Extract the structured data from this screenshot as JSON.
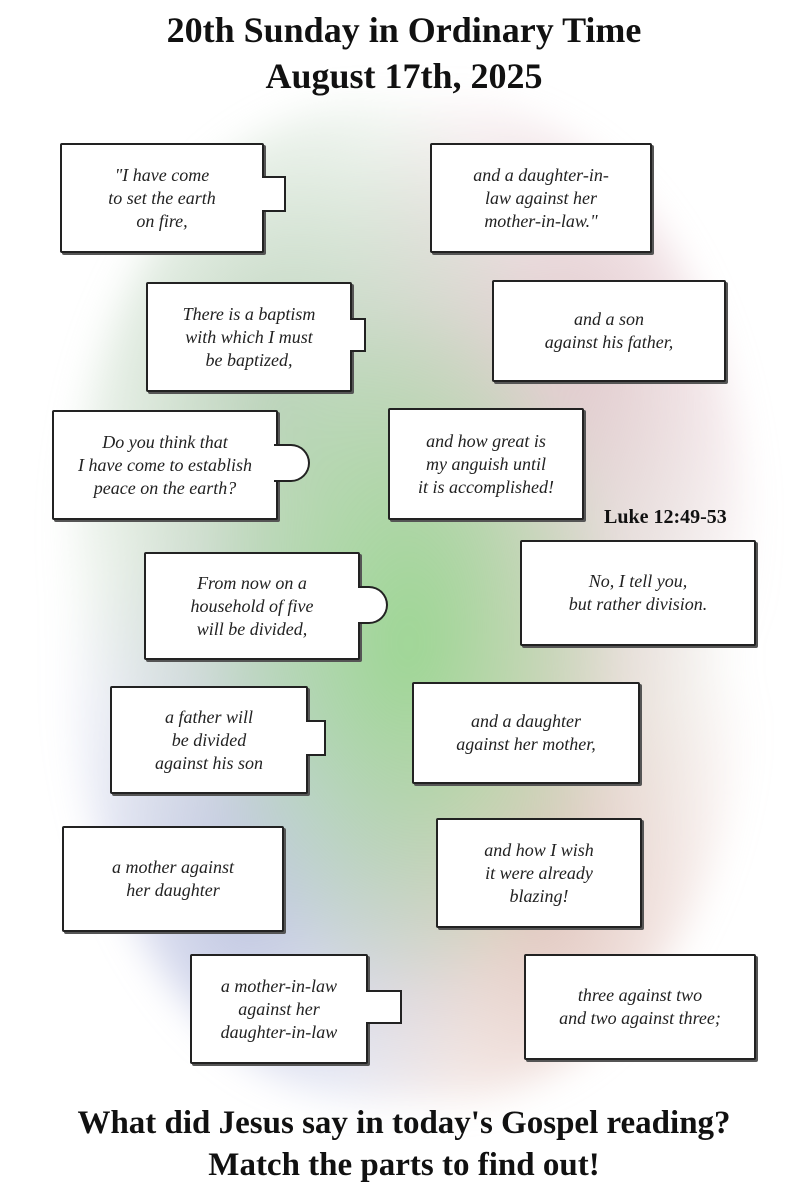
{
  "header": {
    "line1": "20th Sunday in Ordinary Time",
    "line2": "August 17th, 2025"
  },
  "reference": "Luke 12:49-53",
  "pieces": {
    "p1": "\"I have come\nto set the earth\non fire,",
    "p2": "and a daughter-in-\nlaw against her\nmother-in-law.\"",
    "p3": "There is a baptism\nwith which I must\nbe baptized,",
    "p4": "and a son\nagainst his father,",
    "p5": "Do you think that\nI have come to establish\npeace on the earth?",
    "p6": "and how great is\nmy anguish until\nit is accomplished!",
    "p7": "From now on a\nhousehold of five\nwill be divided,",
    "p8": "No, I tell you,\nbut rather division.",
    "p9": "a father will\nbe divided\nagainst his son",
    "p10": "and a daughter\nagainst her mother,",
    "p11": "a mother against\nher daughter",
    "p12": "and how I wish\nit were already\nblazing!",
    "p13": "a mother-in-law\nagainst her\ndaughter-in-law",
    "p14": "three against two\nand two against three;"
  },
  "footer": {
    "line1": "What did Jesus say in today's Gospel reading?",
    "line2": "Match the parts to find out!"
  }
}
